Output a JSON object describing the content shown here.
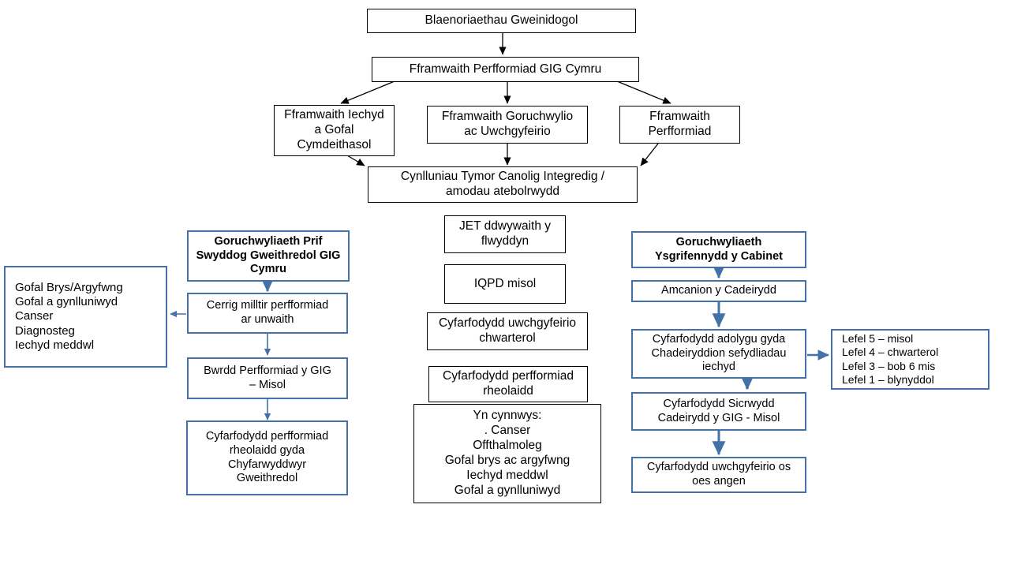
{
  "diagram": {
    "title": "NHS Wales Performance Framework governance flowchart",
    "colors": {
      "blue_border": "#4472A8",
      "black_border": "#000000",
      "background": "#FFFFFF",
      "blue_arrow": "#4472A8",
      "black_arrow": "#000000"
    },
    "top_flow": {
      "ministerial_priorities": "Blaenoriaethau Gweinidogol",
      "performance_framework": "Fframwaith Perfformiad GIG Cymru",
      "branch_health_social_care": "Fframwaith Iechyd\na Gofal\nCymdeithasol",
      "branch_oversight_escalation": "Fframwaith Goruchwylio\nac Uwchgyfeirio",
      "branch_performance": "Fframwaith\nPerfformiad",
      "integrated_plans": "Cynlluniau Tymor Canolig Integredig /\namodau atebolrwydd"
    },
    "left_column": {
      "header": "Goruchwyliaeth Prif\nSwyddog Gweithredol GIG\nCymru",
      "milestones": "Cerrig milltir perfformiad\nar unwaith",
      "board": "Bwrdd Perfformiad y GIG\n– Misol",
      "regular_meetings": "Cyfarfodydd perfformiad\nrheolaidd gyda\nChyfarwyddwyr\nGweithredol",
      "priority_areas": "Gofal Brys/Argyfwng\nGofal a gynlluniwyd\nCanser\nDiagnosteg\nIechyd meddwl"
    },
    "middle_column": {
      "jet": "JET ddwywaith y\nflwyddyn",
      "iqpd": "IQPD misol",
      "escalation_meetings": "Cyfarfodydd uwchgyfeirio\nchwarterol",
      "regular_performance_meetings": "Cyfarfodydd perfformiad\nrheolaidd",
      "includes": "Yn cynnwys:\n. Canser\nOffthalmoleg\nGofal brys ac argyfwng\nIechyd meddwl\nGofal a gynlluniwyd"
    },
    "right_column": {
      "header": "Goruchwyliaeth\nYsgrifennydd y Cabinet",
      "chair_objectives": "Amcanion y Cadeirydd",
      "review_meetings": "Cyfarfodydd adolygu gyda\nChadeiryddion sefydliadau\niechyd",
      "assurance_meetings": "Cyfarfodydd Sicrwydd\nCadeirydd y GIG - Misol",
      "escalation_if_needed": "Cyfarfodydd uwchgyfeirio os\noes angen",
      "levels": "Lefel 5 – misol\nLefel 4 – chwarterol\nLefel 3 – bob 6 mis\nLefel 1 – blynyddol"
    }
  }
}
